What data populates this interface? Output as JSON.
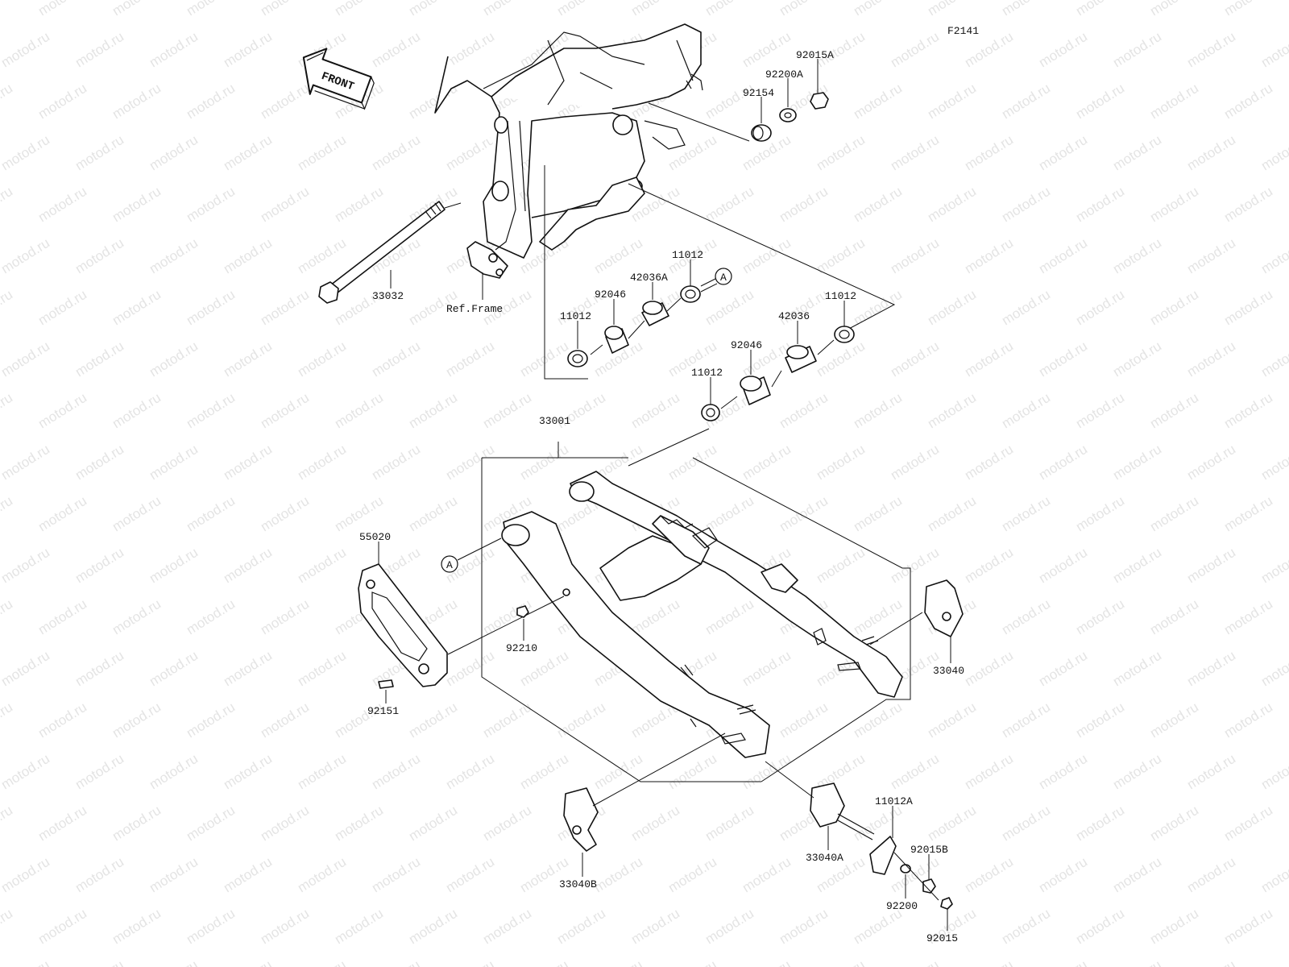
{
  "figure_code": "F2141",
  "watermark": "motod.ru",
  "front_label": "FRONT",
  "ref_frame_label": "Ref.Frame",
  "reference_mark": "A",
  "parts": {
    "p33032": "33032",
    "p92154": "92154",
    "p92200A": "92200A",
    "p92015A": "92015A",
    "p11012_a": "11012",
    "p42036A": "42036A",
    "p92046_a": "92046",
    "p11012_b": "11012",
    "p42036": "42036",
    "p11012_c": "11012",
    "p92046_b": "92046",
    "p11012_d": "11012",
    "p33001": "33001",
    "p55020": "55020",
    "p92210": "92210",
    "p92151": "92151",
    "p33040": "33040",
    "p33040B": "33040B",
    "p33040A": "33040A",
    "p11012A": "11012A",
    "p92015B": "92015B",
    "p92200": "92200",
    "p92015": "92015"
  }
}
